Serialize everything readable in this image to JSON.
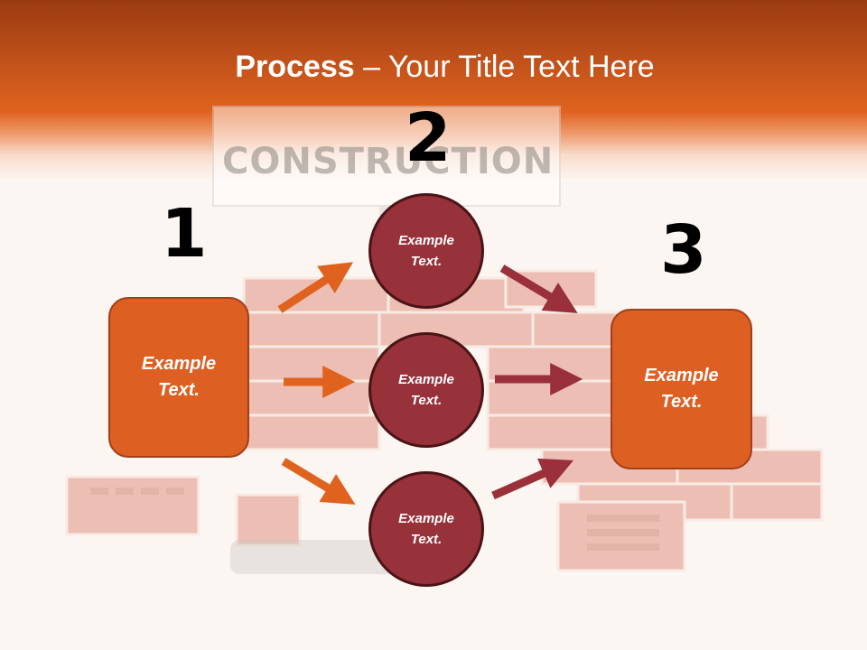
{
  "slide": {
    "title_bold": "Process",
    "title_rest": " – Your Title Text Here",
    "sign_text": "CONSTRUCTION",
    "step_numbers": [
      "1",
      "2",
      "3"
    ],
    "left_box_text": "Example Text.",
    "right_box_text": "Example Text.",
    "circles": [
      {
        "text": "Example Text."
      },
      {
        "text": "Example Text."
      },
      {
        "text": "Example Text."
      }
    ]
  },
  "colors": {
    "header": "#e0631f",
    "box_fill": "#dd5f22",
    "circle_fill": "#97313a",
    "orange_arrow": "#e0621f",
    "maroon_arrow": "#99303a"
  },
  "icons": [
    "arrow-up-right",
    "arrow-right",
    "arrow-down-right"
  ]
}
